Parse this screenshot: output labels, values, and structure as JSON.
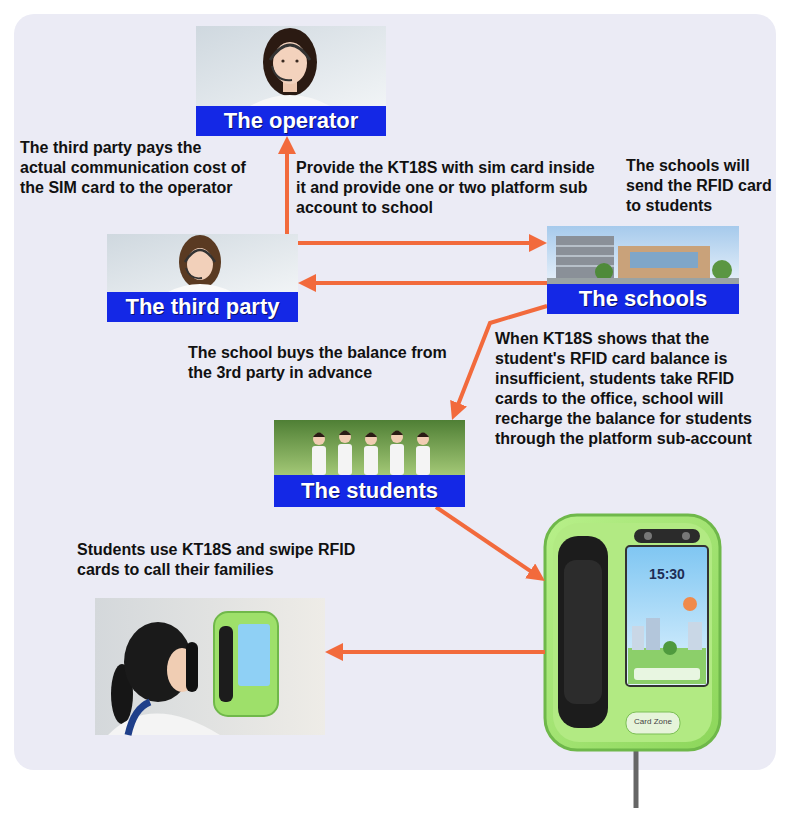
{
  "diagram": {
    "nodes": [
      {
        "text": [
          "The operator"
        ]
      },
      {
        "text": [
          "The third party"
        ]
      },
      {
        "text": [
          "The schools"
        ]
      },
      {
        "text": [
          "The students"
        ]
      },
      {
        "text": [
          "15:30"
        ]
      },
      {
        "text": [
          "Students use KT18S and swipe RFID cards to call their families"
        ]
      }
    ],
    "edges": [
      {
        "from": 1,
        "to": 0,
        "arrow": "to"
      },
      {
        "from": 1,
        "to": 2,
        "arrow": "to"
      },
      {
        "from": 2,
        "to": 1,
        "arrow": "to"
      },
      {
        "from": 2,
        "to": 3,
        "arrow": "to"
      },
      {
        "from": 3,
        "to": 4,
        "arrow": "to"
      },
      {
        "from": 4,
        "to": 5,
        "arrow": "to"
      }
    ],
    "labels": [
      "The third party pays the actual communication cost of the SIM card to the operator",
      "Provide the KT18S with sim card inside it and provide one or two platform sub account to school",
      "The schools will send the RFID card to students",
      "The school buys the balance from the 3rd party in advance",
      "When KT18S shows that the student's RFID card balance is insufficient, students take RFID cards to the office, school will recharge the balance for students through the platform sub-account",
      "Card Zone"
    ]
  }
}
